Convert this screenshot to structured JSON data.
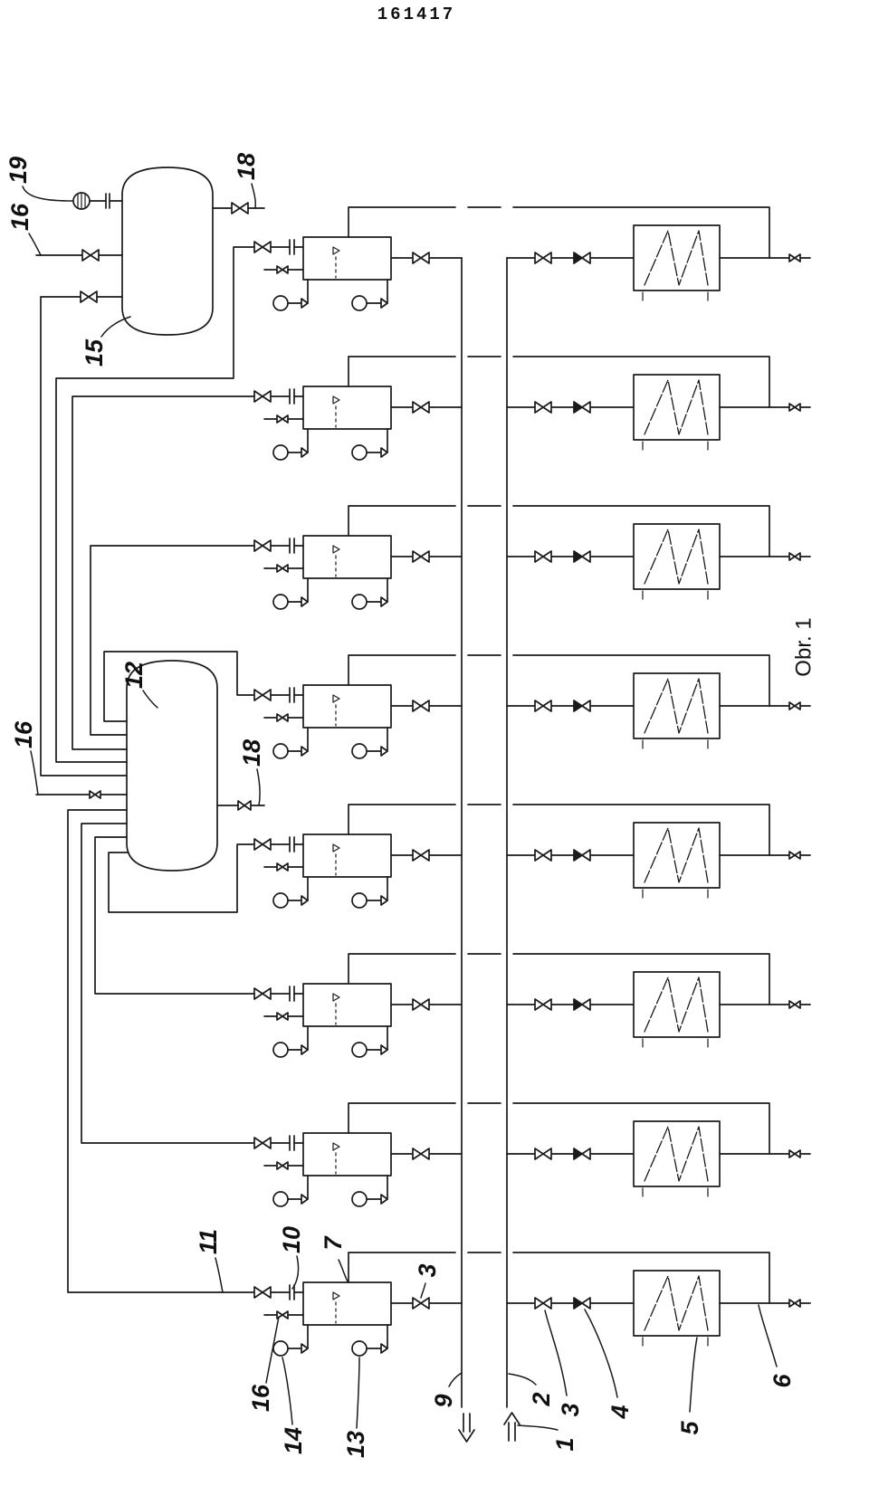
{
  "header": {
    "patent_number": "161417"
  },
  "figure": {
    "caption": "Obr. 1"
  },
  "callouts": {
    "tank_top_19": "19",
    "tank_top_18": "18",
    "tank_top_16": "16",
    "tank_top_15": "15",
    "tank_mid_12": "12",
    "tank_mid_16": "16",
    "tank_mid_18": "18",
    "line_11": "11",
    "part_10": "10",
    "part_7": "7",
    "valve_3_left": "3",
    "line_9": "9",
    "line_2": "2",
    "arrow_1": "1",
    "valve_3_right": "3",
    "part_4": "4",
    "part_5": "5",
    "part_6": "6",
    "line_16_bottom": "16",
    "part_14": "14",
    "part_13": "13"
  }
}
